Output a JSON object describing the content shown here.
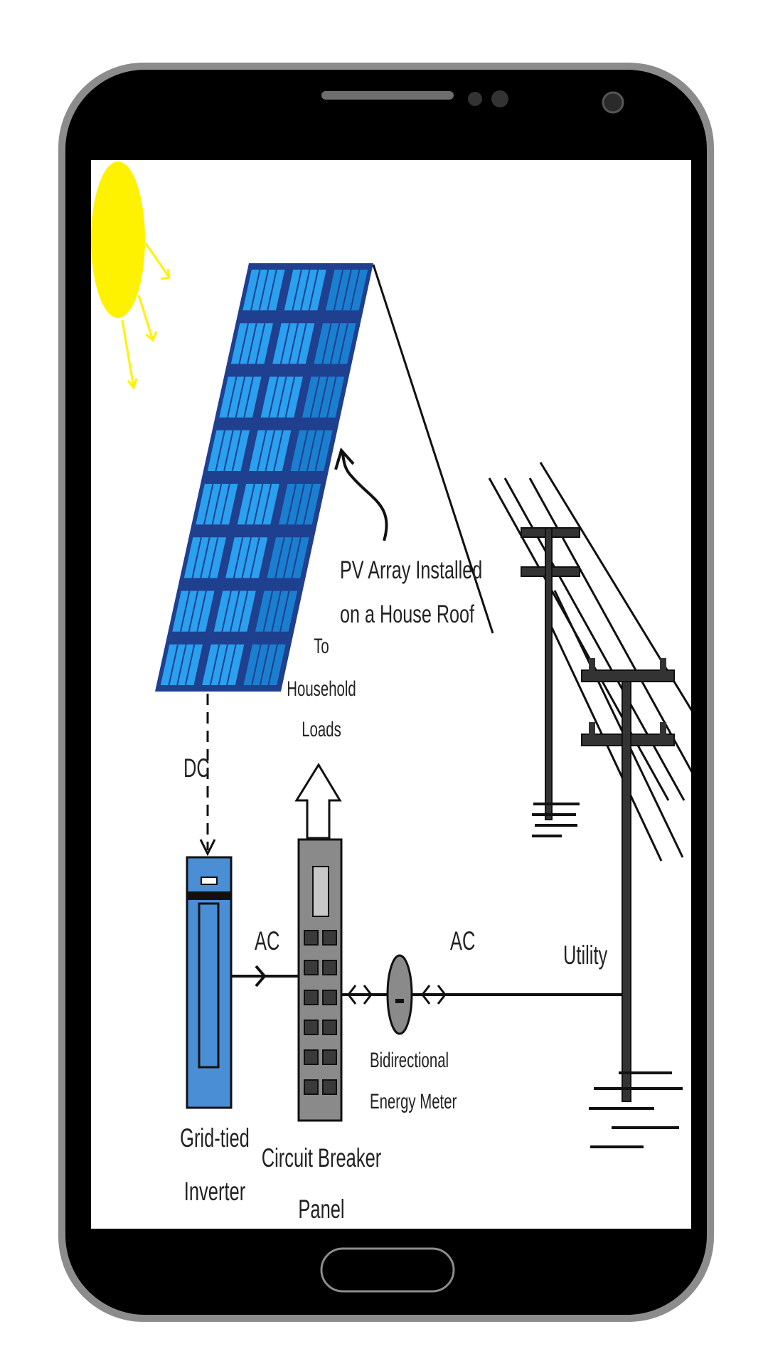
{
  "diagram": {
    "labels": {
      "pv_array": [
        "PV Array Installed",
        "on a House Roof"
      ],
      "household": [
        "To",
        "Household",
        "Loads"
      ],
      "dc": "DC",
      "ac_left": "AC",
      "ac_right": "AC",
      "utility": "Utility",
      "meter": [
        "Bidirectional",
        "Energy Meter"
      ],
      "inverter": [
        "Grid-tied",
        "Inverter"
      ],
      "breaker": [
        "Circuit Breaker",
        "Panel"
      ]
    }
  },
  "colors": {
    "sun": "#fff200",
    "panel_frame": "#1f3f8f",
    "panel_cell": "#2aa0ee",
    "inverter": "#4a8fd6",
    "breaker": "#8a8a8a",
    "phone_body": "#000000",
    "phone_rim": "#8c8c8c"
  }
}
